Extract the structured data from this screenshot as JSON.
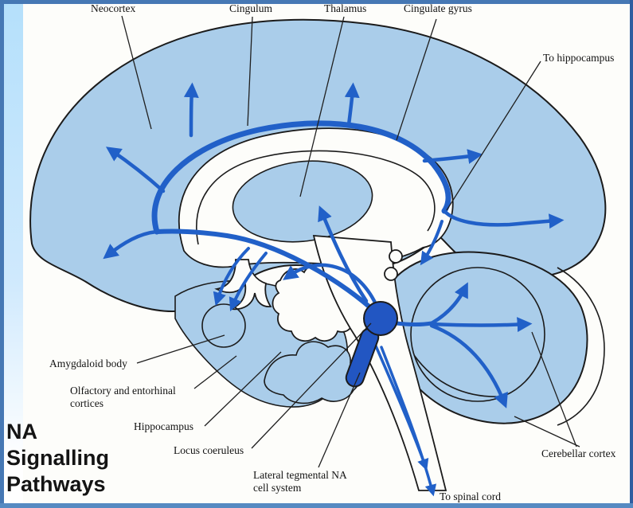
{
  "title": {
    "line1": "NA",
    "line2": "Signalling",
    "line3": "Pathways"
  },
  "labels": {
    "neocortex": "Neocortex",
    "cingulum": "Cingulum",
    "thalamus": "Thalamus",
    "cingulate_gyrus": "Cingulate gyrus",
    "to_hippocampus": "To hippocampus",
    "amygdaloid_body": "Amygdaloid body",
    "olfactory_line1": "Olfactory and entorhinal",
    "olfactory_line2": "cortices",
    "hippocampus": "Hippocampus",
    "locus_coeruleus": "Locus coeruleus",
    "lateral_tegmental_line1": "Lateral tegmental NA",
    "lateral_tegmental_line2": "cell system",
    "cerebellar_cortex": "Cerebellar cortex",
    "to_spinal_cord": "To spinal cord"
  },
  "colors": {
    "frame": "#4678b4",
    "frame_right": "#2f5da0",
    "frame_bottom": "#568ac2",
    "strip": "#b5e0fb",
    "paper": "#fdfdfa",
    "brain_fill": "#aacdea",
    "pathway_blue": "#2160c8",
    "nucleus_blue": "#2256c2",
    "outline": "#1b1b1b"
  }
}
